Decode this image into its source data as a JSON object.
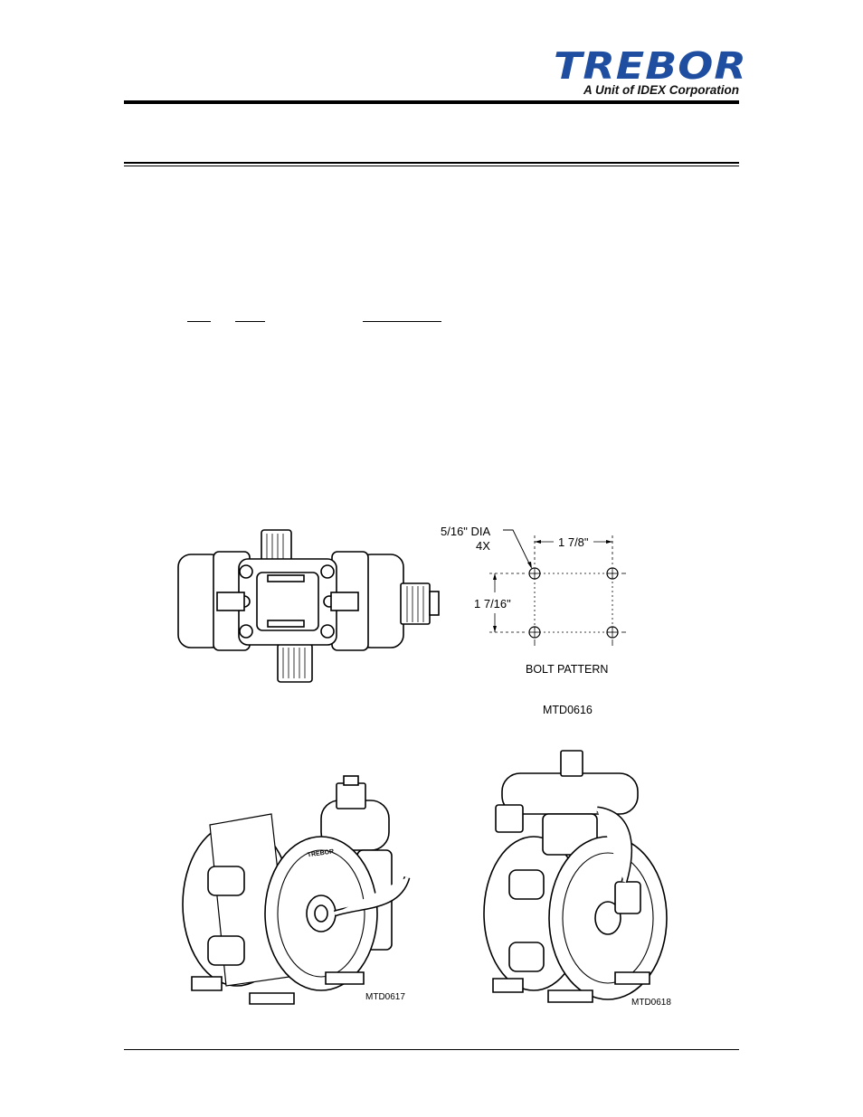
{
  "header": {
    "logo_text": "TREBOR",
    "logo_tagline": "A Unit of IDEX Corporation",
    "brand_color": "#1f4ea1"
  },
  "figures": {
    "top_view_id": "MTD0616",
    "left_perspective_id": "MTD0617",
    "right_perspective_id": "MTD0618"
  },
  "bolt_pattern": {
    "hole_callout": "5/16\" DIA",
    "hole_count": "4X",
    "horizontal_spacing": "1 7/8\"",
    "vertical_spacing": "1 7/16\"",
    "caption": "BOLT PATTERN"
  },
  "pump_badge": {
    "brand": "TREBOR"
  }
}
